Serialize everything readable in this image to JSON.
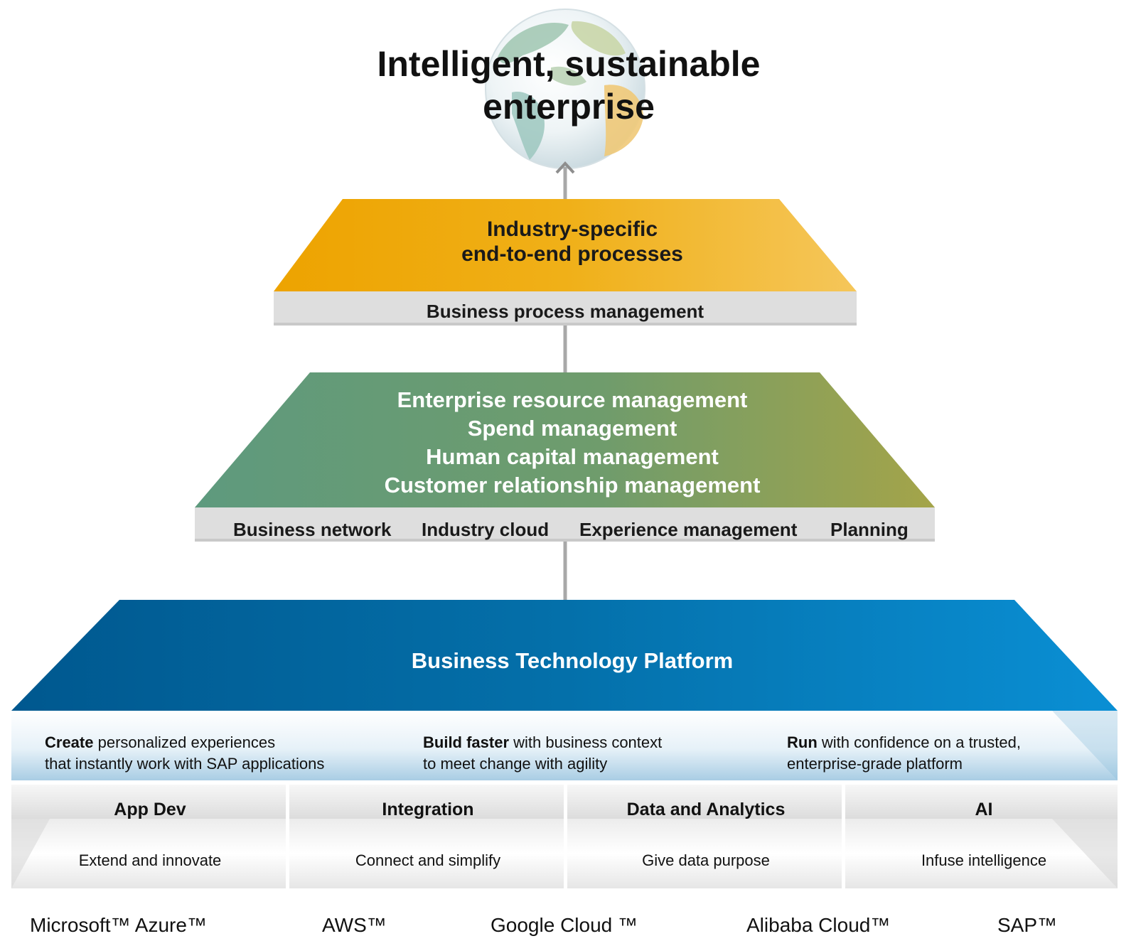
{
  "title": {
    "line1": "Intelligent, sustainable",
    "line2": "enterprise"
  },
  "top_layer": {
    "line1": "Industry-specific",
    "line2": "end-to-end processes",
    "bar_label": "Business process management",
    "color": "#f0aa00"
  },
  "middle_layer": {
    "items": [
      "Enterprise resource management",
      "Spend management",
      "Human capital management",
      "Customer relationship management"
    ],
    "bar_items": [
      "Business network",
      "Industry cloud",
      "Experience management",
      "Planning"
    ],
    "color": "#5f9a7a"
  },
  "platform": {
    "title": "Business Technology Platform",
    "color": "#0a6eaa",
    "descriptions": [
      {
        "bold": "Create",
        "rest": " personalized experiences",
        "line2": "that instantly work with SAP applications"
      },
      {
        "bold": "Build faster",
        "rest": " with business context",
        "line2": "to meet change with agility"
      },
      {
        "bold": "Run",
        "rest": " with confidence on a trusted,",
        "line2": "enterprise-grade platform"
      }
    ],
    "pillars": [
      {
        "title": "App Dev",
        "subtitle": "Extend and innovate"
      },
      {
        "title": "Integration",
        "subtitle": "Connect and simplify"
      },
      {
        "title": "Data and Analytics",
        "subtitle": "Give data purpose"
      },
      {
        "title": "AI",
        "subtitle": "Infuse intelligence"
      }
    ]
  },
  "providers": [
    "Microsoft™ Azure™",
    "AWS™",
    "Google Cloud ™",
    "Alibaba Cloud™",
    "SAP™"
  ]
}
